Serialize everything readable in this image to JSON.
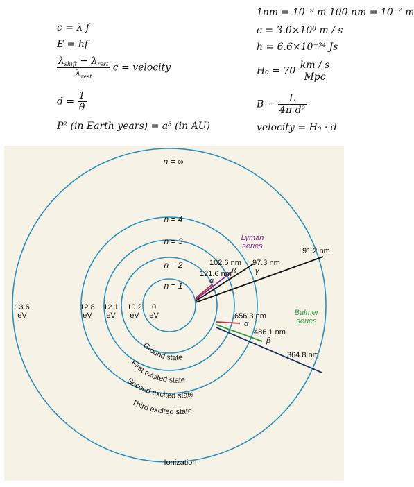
{
  "formulas_left": {
    "wave": "c = λ f",
    "energy": "E = hf",
    "doppler_num": "λshift − λrest",
    "doppler_shift_sub": "shift",
    "doppler_rest_sub": "rest",
    "doppler_den": "λrest",
    "doppler_rhs": "c = velocity",
    "distance_lhs": "d =",
    "distance_num": "1",
    "distance_den": "θ",
    "kepler": "P² (in Earth years) = a³ (in AU)"
  },
  "formulas_right": {
    "units": "1nm = 10⁻⁹ m    100 nm = 10⁻⁷ m",
    "speed_of_light": "c = 3.0×10⁸ m / s",
    "planck": "h = 6.6×10⁻³⁴ Js",
    "hubble_lhs": "H₀ = 70",
    "hubble_num": "km / s",
    "hubble_den": "Mpc",
    "brightness_lhs": "B =",
    "brightness_num": "L",
    "brightness_den": "4π d²",
    "hubble_law": "velocity = H₀ · d"
  },
  "diagram": {
    "orbits": [
      {
        "label": "n = 1",
        "energy": "0",
        "unit": "eV",
        "state": "Ground state"
      },
      {
        "label": "n = 2",
        "energy": "10.2",
        "unit": "eV",
        "state": "First excited state"
      },
      {
        "label": "n = 3",
        "energy": "12.1",
        "unit": "eV",
        "state": "Second excited state"
      },
      {
        "label": "n = 4",
        "energy": "12.8",
        "unit": "eV",
        "state": "Third excited state"
      },
      {
        "label": "n = ∞",
        "energy": "13.6",
        "unit": "eV",
        "state": "Ionization"
      }
    ],
    "lyman": {
      "title_line1": "Lyman",
      "title_line2": "series",
      "lines": [
        {
          "wavelength": "121.6 nm",
          "greek": "α"
        },
        {
          "wavelength": "102.6 nm",
          "greek": "β"
        },
        {
          "wavelength": "97.3 nm",
          "greek": "γ"
        },
        {
          "wavelength": "91.2 nm",
          "greek": ""
        }
      ]
    },
    "balmer": {
      "title_line1": "Balmer",
      "title_line2": "series",
      "lines": [
        {
          "wavelength": "656.3 nm",
          "greek": "α"
        },
        {
          "wavelength": "486.1 nm",
          "greek": "β"
        },
        {
          "wavelength": "364.8 nm",
          "greek": ""
        }
      ]
    },
    "colors": {
      "orbit": "#2a8fc0",
      "lyman_title": "#7a2a8a",
      "balmer_title": "#3a9a4a",
      "line_red": "#c0304a",
      "line_purple": "#8a2a8a",
      "line_green": "#2f9a3a",
      "line_navy": "#1a2f6a",
      "line_black": "#111111",
      "background": "#f6f3e6"
    }
  }
}
